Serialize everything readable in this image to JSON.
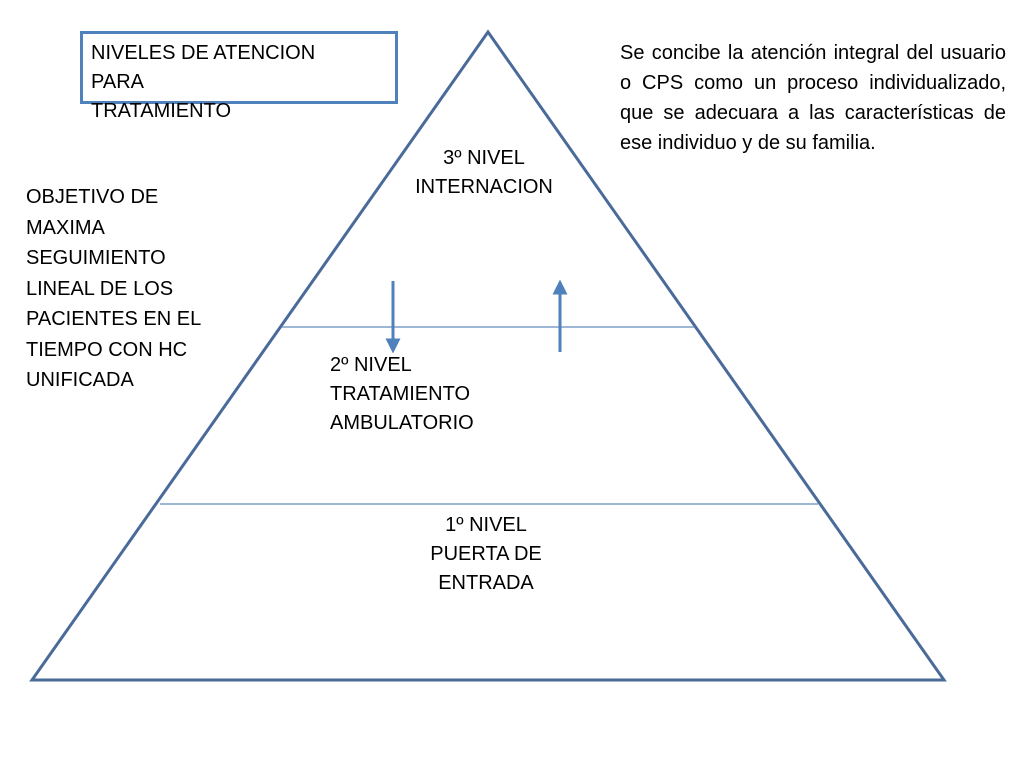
{
  "title": "NIVELES DE ATENCION\nPARA\nTRATAMIENTO",
  "description": "Se concibe la atención integral del usuario o CPS como un proceso individualizado, que se adecuara a las características de ese individuo y de su familia.",
  "objective": "OBJETIVO DE\nMAXIMA\nSEGUIMIENTO\nLINEAL DE LOS\nPACIENTES EN EL\nTIEMPO CON HC\nUNIFICADA",
  "pyramid": {
    "levels": [
      {
        "label": "3º NIVEL\nINTERNACION"
      },
      {
        "label": "2º NIVEL\nTRATAMIENTO\nAMBULATORIO"
      },
      {
        "label": "1º NIVEL\nPUERTA DE\nENTRADA"
      }
    ]
  },
  "colors": {
    "accent": "#4f81bd",
    "pyramid_outline": "#4a6b99",
    "divider": "#7f9fc8",
    "arrow": "#4f81bd"
  },
  "icons": {
    "down_arrow": "arrow-down-icon",
    "up_arrow": "arrow-up-icon"
  }
}
